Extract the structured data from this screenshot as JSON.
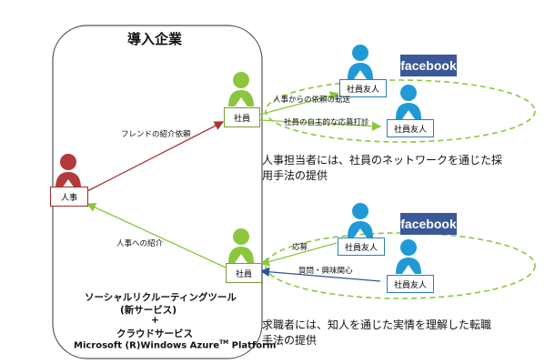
{
  "company": {
    "title": "導入企業",
    "tool_line1": "ソーシャルリクルーティングツール",
    "tool_line2": "(新サービス)",
    "plus": "+",
    "cloud": "クラウドサービス",
    "platform": "Microsoft (R)Windows Azure",
    "tm": "TM",
    "platform_end": " Platform"
  },
  "nodes": {
    "hr": "人事",
    "employee_top": "社員",
    "employee_bottom": "社員",
    "friend": "社員友人"
  },
  "edges": {
    "friend_referral": "フレンドの紹介依頼",
    "hr_forward": "人事からの依頼の転送",
    "voluntary": "社員の自主的な応募打診",
    "intro_to_hr": "人事への紹介",
    "apply": "応募",
    "question": "質問・興味関心"
  },
  "notes": {
    "top_line1": "人事担当者には、社員のネットワークを通じた採",
    "top_line2": "用手法の提供",
    "bottom_line1": "求職者には、知人を通じた実情を理解した転職",
    "bottom_line2": "手法の提供"
  },
  "brand": {
    "facebook": "facebook"
  },
  "colors": {
    "green": "#8cc63f",
    "red": "#b23a3a",
    "blue": "#1f9ad6",
    "navy": "#2f5597",
    "facebook": "#3b5998"
  }
}
